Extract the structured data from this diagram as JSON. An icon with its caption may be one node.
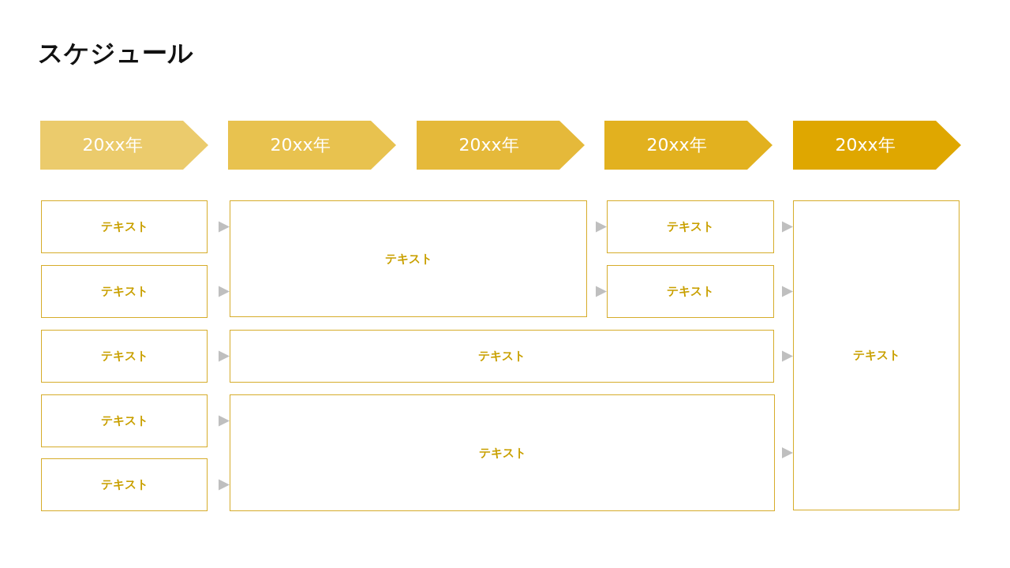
{
  "diagram": {
    "title": "スケジュール",
    "nodes": [
      {
        "text": [
          "20xx年"
        ]
      },
      {
        "text": [
          "20xx年"
        ]
      },
      {
        "text": [
          "20xx年"
        ]
      },
      {
        "text": [
          "20xx年"
        ]
      },
      {
        "text": [
          "20xx年"
        ]
      },
      {
        "text": [
          "テキスト"
        ]
      },
      {
        "text": [
          "テキスト"
        ]
      },
      {
        "text": [
          "テキスト"
        ]
      },
      {
        "text": [
          "テキスト"
        ]
      },
      {
        "text": [
          "テキスト"
        ]
      },
      {
        "text": [
          "テキスト"
        ]
      },
      {
        "text": [
          "テキスト"
        ]
      },
      {
        "text": [
          "テキスト"
        ]
      },
      {
        "text": [
          "テキスト"
        ]
      },
      {
        "text": [
          "テキスト"
        ]
      },
      {
        "text": [
          "テキスト"
        ]
      }
    ],
    "edges": [
      {
        "from": 5,
        "to": 6,
        "arrow": "to"
      },
      {
        "from": 9,
        "to": 6,
        "arrow": "to"
      },
      {
        "from": 11,
        "to": 12,
        "arrow": "to"
      },
      {
        "from": 13,
        "to": 14,
        "arrow": "to"
      },
      {
        "from": 15,
        "to": 14,
        "arrow": "to"
      },
      {
        "from": 6,
        "to": 7,
        "arrow": "to"
      },
      {
        "from": 6,
        "to": 10,
        "arrow": "to"
      },
      {
        "from": 7,
        "to": 8,
        "arrow": "to"
      },
      {
        "from": 10,
        "to": 8,
        "arrow": "to"
      },
      {
        "from": 12,
        "to": 8,
        "arrow": "to"
      },
      {
        "from": 14,
        "to": 8,
        "arrow": "to"
      }
    ]
  }
}
